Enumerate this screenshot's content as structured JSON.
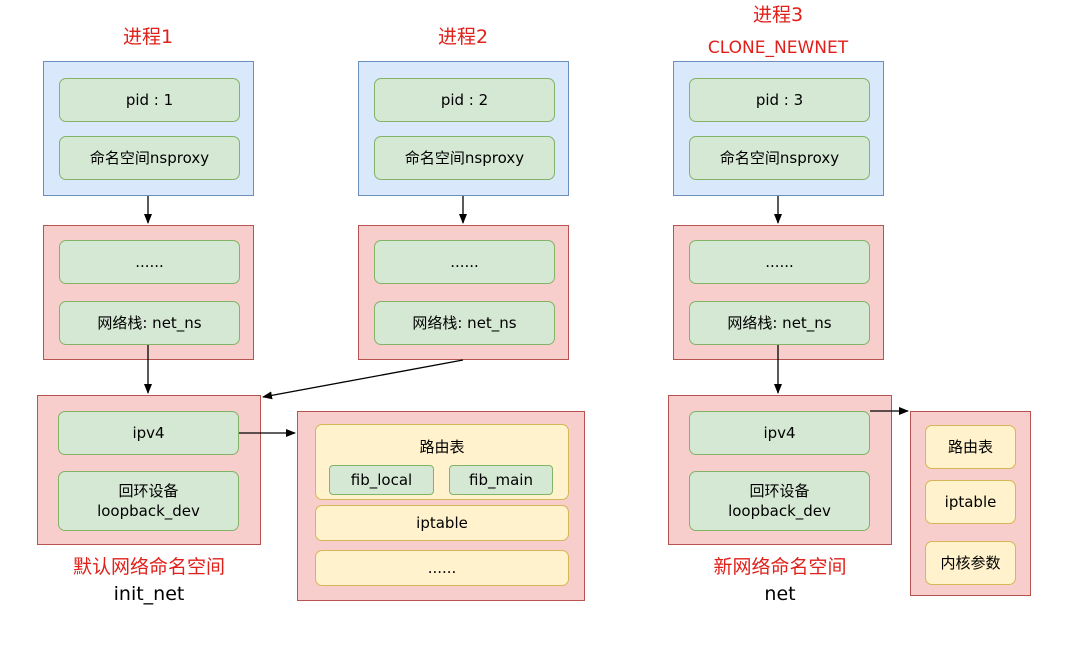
{
  "processes": [
    {
      "title": "进程1",
      "pid": "pid : 1",
      "nsproxy": "命名空间nsproxy",
      "stack_dots": "......",
      "net_ns": "网络栈: net_ns"
    },
    {
      "title": "进程2",
      "pid": "pid : 2",
      "nsproxy": "命名空间nsproxy",
      "stack_dots": "......",
      "net_ns": "网络栈: net_ns"
    },
    {
      "title": "进程3",
      "subtitle": "CLONE_NEWNET",
      "pid": "pid : 3",
      "nsproxy": "命名空间nsproxy",
      "stack_dots": "......",
      "net_ns": "网络栈: net_ns"
    }
  ],
  "default_ns": {
    "ipv4": "ipv4",
    "loopback_line1": "回环设备",
    "loopback_line2": "loopback_dev",
    "caption": "默认网络命名空间",
    "name": "init_net",
    "route_title": "路由表",
    "fib_local": "fib_local",
    "fib_main": "fib_main",
    "iptable": "iptable",
    "more": "......"
  },
  "new_ns": {
    "ipv4": "ipv4",
    "loopback_line1": "回环设备",
    "loopback_line2": "loopback_dev",
    "caption": "新网络命名空间",
    "name": "net",
    "route": "路由表",
    "iptable": "iptable",
    "kernel_params": "内核参数"
  },
  "colors": {
    "process_fill": "#dae8fc",
    "process_border": "#6c8ebf",
    "container_fill": "#f8cecc",
    "container_border": "#b85450",
    "item_fill": "#d5e8d4",
    "item_border": "#82b366",
    "table_fill": "#fff2cc",
    "table_border": "#d6b656",
    "highlight_text": "#e0201a"
  }
}
